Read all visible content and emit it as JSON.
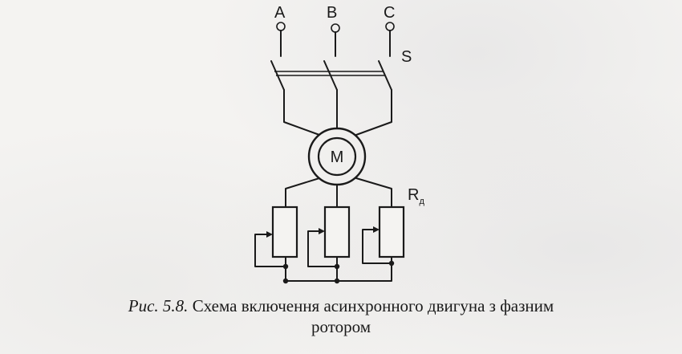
{
  "diagram": {
    "phase_labels": [
      "A",
      "B",
      "C"
    ],
    "switch_label": "S",
    "motor_label": "M",
    "resistor_label_main": "R",
    "resistor_label_sub": "д"
  },
  "caption": {
    "ref": "Рис. 5.8.",
    "text_line1": "Схема включення асинхронного двигуна з фазним",
    "text_line2": "ротором"
  }
}
